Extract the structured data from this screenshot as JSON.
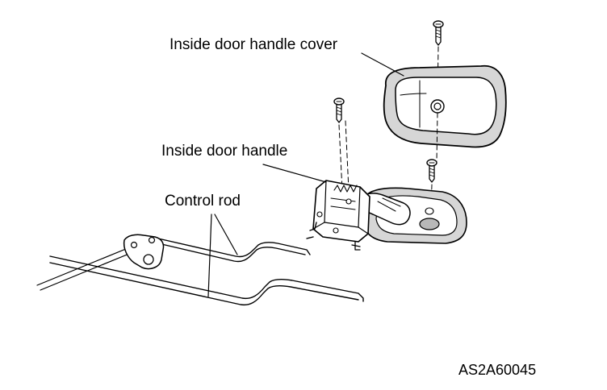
{
  "labels": {
    "handle_cover": "Inside door handle cover",
    "handle": "Inside door handle",
    "control_rod": "Control rod",
    "figure_code": "AS2A60045"
  },
  "colors": {
    "line": "#000000",
    "shade": "#d6d6d6",
    "background": "#ffffff"
  }
}
